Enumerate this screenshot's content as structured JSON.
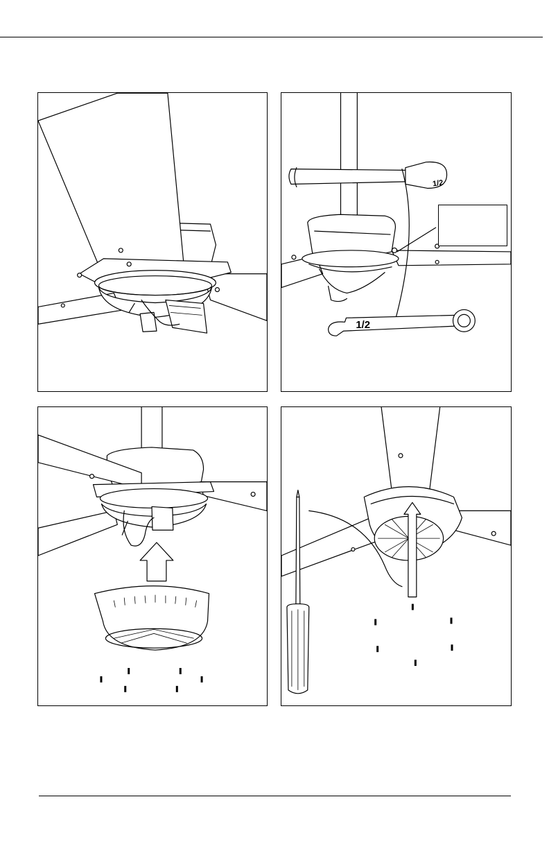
{
  "figures": [
    {
      "id": "fig-1",
      "description_name": "fan-motor-hub-exposed"
    },
    {
      "id": "fig-2",
      "description_name": "remove-mount-bolts",
      "wrench_label": "1/2",
      "ratchet_label": "1/2"
    },
    {
      "id": "fig-3",
      "description_name": "install-lower-housing"
    },
    {
      "id": "fig-4",
      "description_name": "secure-housing-screws"
    }
  ],
  "colors": {
    "ink": "#000000",
    "paper": "#ffffff"
  }
}
